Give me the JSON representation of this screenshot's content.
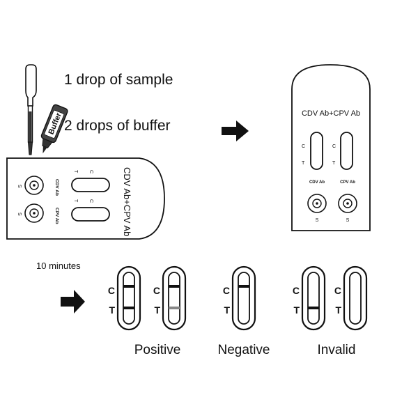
{
  "instructions": {
    "sample_step": "1 drop of sample",
    "buffer_step": "2 drops of buffer",
    "buffer_bottle_label": "Buffer",
    "wait_time": "10 minutes"
  },
  "cassette": {
    "title": "CDV Ab+CPV Ab",
    "strips": [
      {
        "label": "CDV Ab",
        "control_mark": "C",
        "test_mark": "T",
        "sample_mark": "S"
      },
      {
        "label": "CPV Ab",
        "control_mark": "C",
        "test_mark": "T",
        "sample_mark": "S"
      }
    ]
  },
  "results": {
    "control_mark": "C",
    "test_mark": "T",
    "groups": [
      {
        "label": "Positive",
        "strips": [
          {
            "control_line": true,
            "test_line": true,
            "test_intensity": "strong"
          },
          {
            "control_line": true,
            "test_line": true,
            "test_intensity": "faint"
          }
        ]
      },
      {
        "label": "Negative",
        "strips": [
          {
            "control_line": true,
            "test_line": false
          }
        ]
      },
      {
        "label": "Invalid",
        "strips": [
          {
            "control_line": false,
            "test_line": true,
            "test_intensity": "strong"
          },
          {
            "control_line": false,
            "test_line": false
          }
        ]
      }
    ]
  },
  "colors": {
    "ink": "#111111",
    "faint_line": "#888888",
    "sample_fill": "#333333",
    "drop_fill": "#8a8a8a"
  }
}
